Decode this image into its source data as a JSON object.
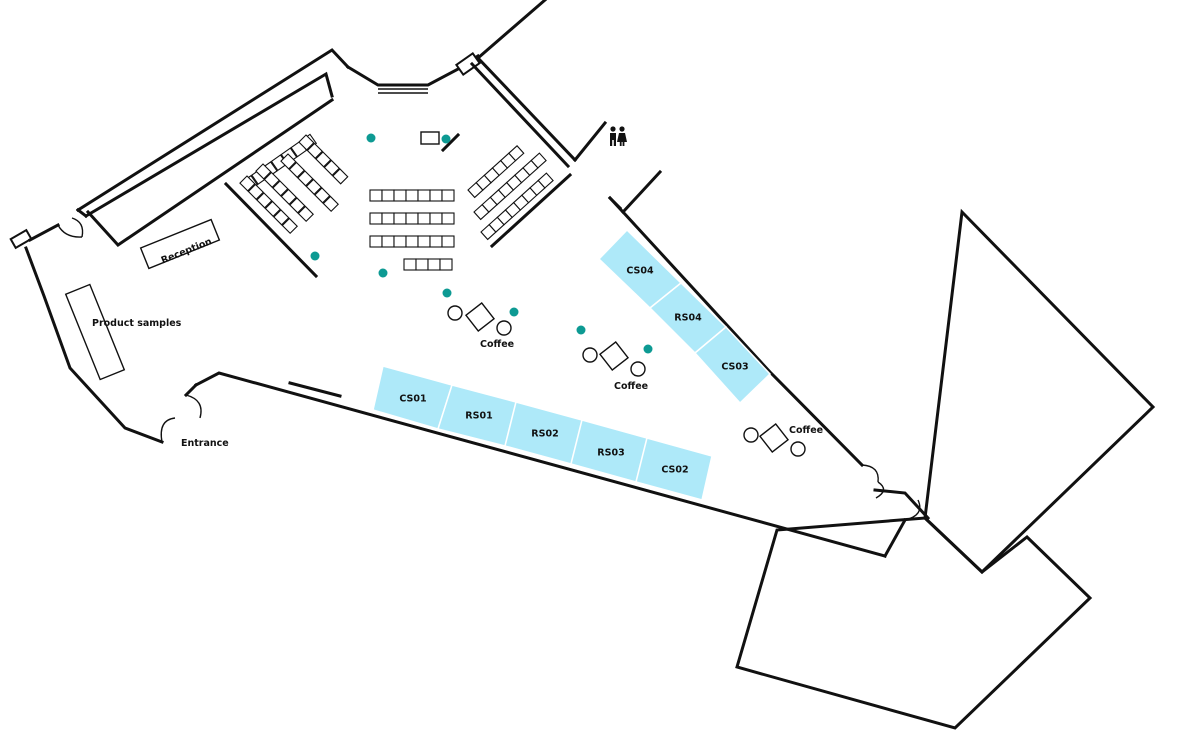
{
  "labels": {
    "reception": "Reception",
    "product_samples": "Product samples",
    "entrance": "Entrance",
    "coffee_1": "Coffee",
    "coffee_2": "Coffee",
    "coffee_3": "Coffee"
  },
  "booths": {
    "cs01": "CS01",
    "rs01": "RS01",
    "rs02": "RS02",
    "rs03": "RS03",
    "cs02": "CS02",
    "cs04": "CS04",
    "rs04": "RS04",
    "cs03": "CS03"
  },
  "icons": {
    "restroom": "restroom-icon"
  },
  "colors": {
    "booth_fill": "#aee9f9",
    "dot": "#0d9a93",
    "wall": "#111111"
  }
}
